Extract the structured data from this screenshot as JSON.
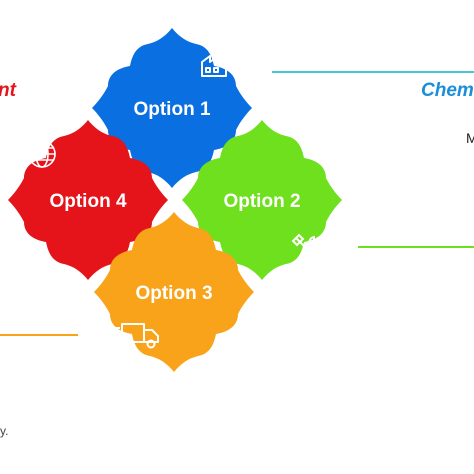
{
  "pieces": [
    {
      "label": "Option 1",
      "color": "#0a6fe0",
      "icon": "factory-icon"
    },
    {
      "label": "Option 2",
      "color": "#6ee01e",
      "icon": "wrench-hammer-icon"
    },
    {
      "label": "Option 3",
      "color": "#f9a31a",
      "icon": "delivery-truck-icon"
    },
    {
      "label": "Option 4",
      "color": "#e5141b",
      "icon": "globe-icon"
    }
  ],
  "side_text": {
    "left_heading": "nt",
    "left_heading_color": "#e5141b",
    "right_heading": "Chemi",
    "right_heading_color": "#1a8fd8",
    "right_fragment": "M",
    "bottom_fragment": "y."
  },
  "rules": {
    "top_right_color": "#4ac6d6",
    "mid_right_color": "#6ee01e",
    "bottom_left_color": "#f9a31a"
  }
}
